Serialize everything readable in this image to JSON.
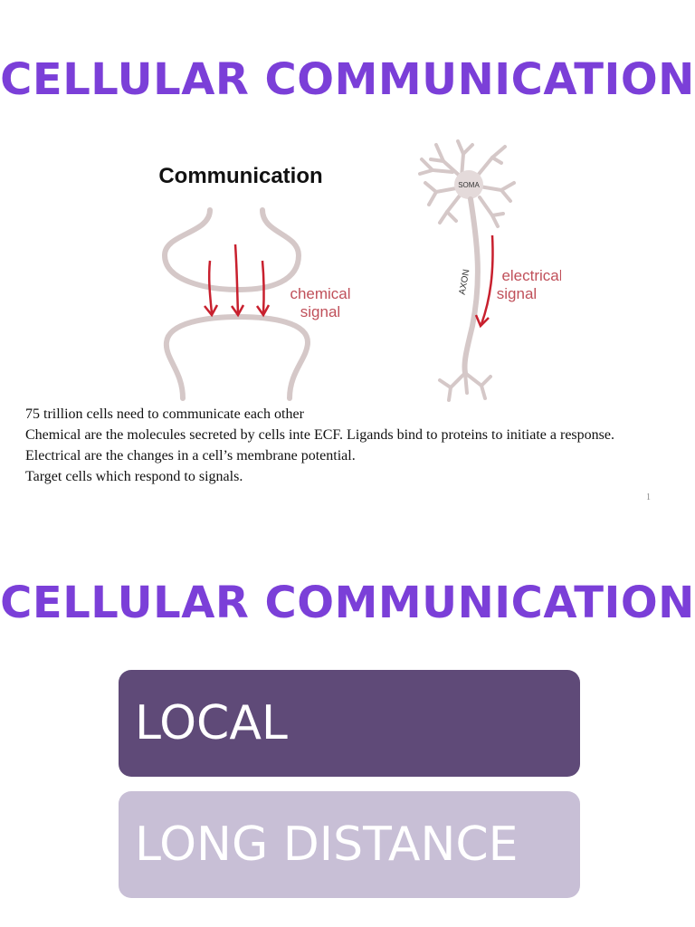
{
  "slides": [
    {
      "title": "CELLULAR COMMUNICATION",
      "figure": {
        "heading": "Communication",
        "chemical_label_line1": "chemical",
        "chemical_label_line2": "signal",
        "soma_label": "SOMA",
        "axon_label": "AXON",
        "electrical_label_line1": "electrical",
        "electrical_label_line2": "signal"
      },
      "lines": [
        "75 trillion cells need to communicate each other",
        "Chemical are the molecules secreted by cells inte ECF. Ligands bind to proteins to initiate a response.",
        "Electrical are the changes in a cell’s membrane potential.",
        "Target cells which respond to signals."
      ],
      "page_number": "1"
    },
    {
      "title": "CELLULAR COMMUNICATION",
      "boxes": [
        "LOCAL",
        "LONG DISTANCE"
      ]
    }
  ],
  "colors": {
    "title": "#7b3fd8",
    "local_box": "#5f4a78",
    "long_distance_box": "#c8bfd6",
    "arrow": "#c8202e",
    "label": "#c0505a"
  }
}
